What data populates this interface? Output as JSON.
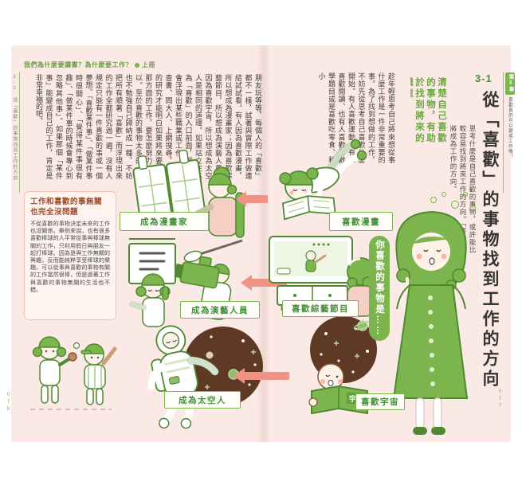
{
  "colors": {
    "page_bg": "#fbe9e5",
    "green": "#7cb44e",
    "green_dark": "#4f8a33",
    "arrow": "#f09384",
    "space_brown": "#5e3a26",
    "aside_title": "#9c4b2e"
  },
  "left_page": {
    "header": "我們為什麼要讀書？為什麼要工作？",
    "header_volume": "上冊",
    "margin_note": "3-1 從「喜歡」的事物找到工作的方向",
    "page_number": "078",
    "body": "朋友玩等等，每個人的「喜歡」都不一樣，試著與實際工作做連結試試看。有人因為喜歡漫畫，所以想成為漫畫家；因為喜歡綜藝節目，所以想成為演藝人員；因為喜歡宇宙，所以想成為太空人是相同的道理。如果站立在名為「喜歡」的入口前面，腦海中會浮現出某些職業或工作，就能查書、問大人、上網搜尋，深入的研究才能明白如果將來要從事那方面的工作，要怎麼努力才可以。至於喜歡的事物太多的人，也不勉強自己歸納成一種，不妨把所有順著「喜歡」而浮現出來的工作全都研究過一遍，沒有人規定只能有一件喜歡的事或一個夢想。「喜歡某件事」、「做某件事時很開心」、「覺得某件事很有趣」、「做某件事的時候會專心到忽略其他事」。如果那個「某件事」能變成自己的工作，肯定是非常幸福的吧。",
    "aside_box": {
      "title_line1": "工作和喜歡的事無關",
      "title_line2": "也完全沒問題",
      "body": "不從喜歡的事物決定未來的工作也沒關係。舉例來說，也有很多喜歡棒球的人平常從事與棒球無關的工作，只利用假日與朋友一起打棒球。因為是與工作無關的興趣，反而能純粹享受棒球的樂趣。可以從事與喜歡的事物有關的工作當然很棒，但是過著工作與喜歡的事物無關的生活也不錯。"
    },
    "labels": {
      "manga_artist": "成為漫畫家",
      "performer": "成為演藝人員",
      "astronaut": "成為太空人"
    }
  },
  "right_page": {
    "chapter_tab": "第3章",
    "edge_note": "喜歡真的可以變成工作嗎？",
    "section_number": "3-1",
    "title": "從「喜歡」的事物找到工作的方向",
    "intro": "思考什麼是自己喜歡的事物，或許能比較容易找到將來工作的方向。「喜歡」將成為工作的方向。",
    "subheading": "清楚自己喜歡的事物，有助於找到將來的職業",
    "body": "趁年輕思考自己將來想從事什麼工作是一件非常重要的事。為了找到想做的工作，不妨先從思考自己喜歡什麼開始。有人喜歡運動、有人喜歡閱讀、也有人喜歡解數學題目或是喜歡吃零食、和小",
    "page_number": "077",
    "labels": {
      "manga": "喜歡漫畫",
      "variety_show": "喜歡綜藝節目",
      "space": "喜歡宇宙"
    },
    "speech_bubble": "你喜歡的事物是……",
    "book_cover_text": "宇宙"
  }
}
